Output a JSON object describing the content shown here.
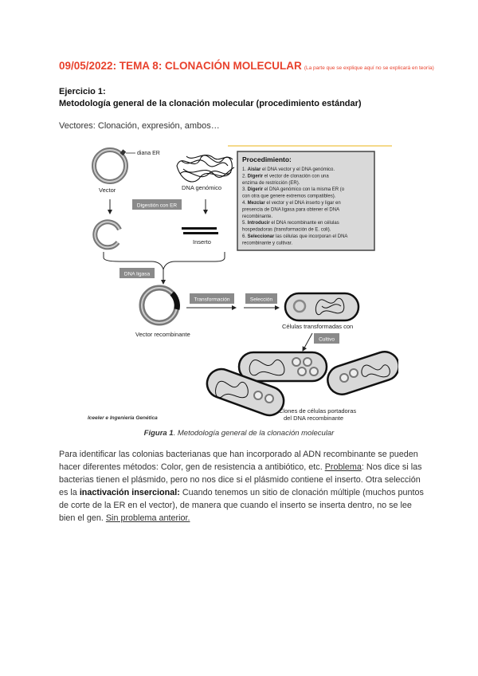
{
  "header": {
    "title": "09/05/2022: TEMA 8: CLONACIÓN MOLECULAR",
    "note": "(La parte que se explique aquí no se explicará en teoría)"
  },
  "exercise": {
    "number": "Ejercicio 1:",
    "heading": "Metodología general de la clonación molecular (procedimiento estándar)"
  },
  "vectors_line": "Vectores: Clonación, expresión, ambos…",
  "figure": {
    "labels": {
      "target": "diana ER",
      "vector": "Vector",
      "genomic_dna": "DNA genómico",
      "digestion": "Digestión con ER",
      "insert": "Inserto",
      "ligase": "DNA ligasa",
      "transformation": "Transformación",
      "selection": "Selección",
      "recombinant_vector": "Vector recombinante",
      "transformed_cells": "Células transformadas con",
      "culture": "Cultivo",
      "clones_line1": "Clones de células portadoras",
      "clones_line2": "del DNA recombinante",
      "watermark": "Iceeler e Ingeniería Genética"
    },
    "procedure": {
      "title": "Procedimiento:",
      "steps": [
        [
          "1. ",
          "Aislar",
          " el DNA vector y el DNA genómico."
        ],
        [
          "2. ",
          "Digerir",
          " el vector de clonación con una"
        ],
        [
          "",
          "",
          "enzima de restricción (ER)."
        ],
        [
          "3. ",
          "Digerir",
          " el DNA genómico con la misma ER (o"
        ],
        [
          "",
          "",
          "con otra que genere extremos compatibles)."
        ],
        [
          "4. ",
          "Mezclar",
          " el vector y el DNA inserto y ligar en"
        ],
        [
          "",
          "",
          "presencia de DNA ligasa para obtener el DNA"
        ],
        [
          "",
          "",
          "recombinante."
        ],
        [
          "5. ",
          "Introducir",
          " el DNA recombinante en células"
        ],
        [
          "",
          "",
          "hospedadoras (transformación de E. coli)."
        ],
        [
          "6. ",
          "Seleccionar",
          " las células que incorporan el DNA"
        ],
        [
          "",
          "",
          "recombinante y cultivar."
        ]
      ]
    }
  },
  "caption": {
    "label": "Figura 1",
    "text": ". Metodología general de la clonación molecular"
  },
  "paragraph": {
    "p1": "Para identificar las colonias bacterianas que han incorporado al ADN recombinante se pueden hacer diferentes métodos: Color, gen de resistencia a antibiótico, etc. ",
    "problem": "Problema",
    "p2": ": Nos dice si las bacterias tienen el plásmido, pero no nos dice si el plásmido contiene el inserto. Otra selección es la ",
    "term": "inactivación insercional:",
    "p3": " Cuando tenemos un sitio de clonación múltiple (muchos puntos de corte de la ER en el vector), de manera que cuando el inserto se inserta dentro, no se lee bien el gen. ",
    "no_problem": "Sin problema anterior."
  }
}
